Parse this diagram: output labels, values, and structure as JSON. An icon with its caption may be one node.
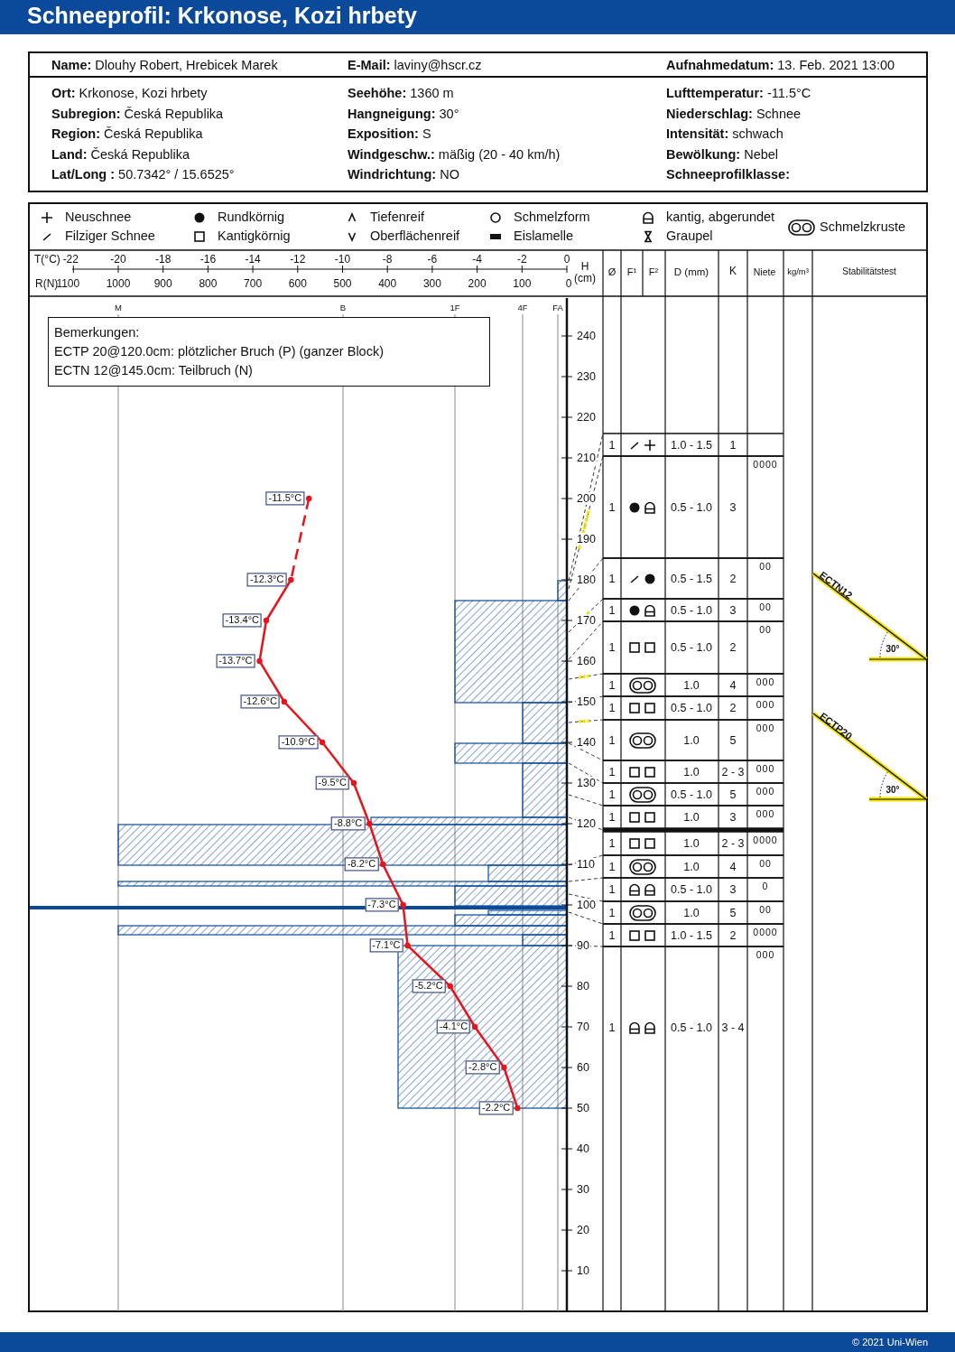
{
  "diagram": {
    "title": "Schneeprofil: Krkonose, Kozi hrbety",
    "nodes": [
      {
        "text": [
          "Bemerkungen:",
          "ECTP 20@120.0cm: plötzlicher Bruch (P) (ganzer Block)",
          "ECTN 12@145.0cm: Teilbruch (N)"
        ]
      }
    ],
    "labels": [
      "**Name:** Dlouhy Robert, Hrebicek Marek",
      "**E-Mail:** laviny@hscr.cz",
      "**Aufnahmedatum:** 13. Feb. 2021 13:00",
      "**Ort:** Krkonose, Kozi hrbety",
      "**Seehöhe:** 1360 m",
      "**Lufttemperatur:** -11.5°C",
      "**Subregion:** Česká Republika",
      "**Hangneigung:** 30°",
      "**Niederschlag:** Schnee",
      "**Region:** Česká Republika",
      "**Exposition:** S",
      "**Intensität:** schwach",
      "**Land:** Česká Republika",
      "**Windgeschw.:** mäßig (20 - 40 km/h)",
      "**Bewölkung:** Nebel",
      "**Lat/Long :** 50.7342° / 15.6525°",
      "**Windrichtung:** NO",
      "Schneeprofilklasse:",
      "T(°C)",
      "-22",
      "-20",
      "-18",
      "-16",
      "-14",
      "-12",
      "-10",
      "-8",
      "-6",
      "-4",
      "-2",
      "0",
      "R(N)",
      "1100",
      "1000",
      "900",
      "800",
      "700",
      "600",
      "500",
      "400",
      "300",
      "200",
      "100",
      "0",
      "H (cm)",
      "Ø",
      "F¹",
      "F²",
      "D (mm)",
      "K",
      "Niete",
      "kg/m³",
      "Stabilitätstest",
      "M",
      "B",
      "1F",
      "4F",
      "FA",
      "240",
      "230",
      "220",
      "210",
      "200",
      "190",
      "180",
      "170",
      "160",
      "150",
      "140",
      "130",
      "120",
      "110",
      "100",
      "90",
      "80",
      "70",
      "60",
      "50",
      "40",
      "30",
      "20",
      "10",
      "-11.5°C",
      "-12.3°C",
      "-13.4°C",
      "-13.7°C",
      "-12.6°C",
      "-10.9°C",
      "-9.5°C",
      "-8.8°C",
      "-8.2°C",
      "-7.3°C",
      "-7.1°C",
      "-5.2°C",
      "-4.1°C",
      "-2.8°C",
      "-2.2°C",
      "1",
      "1.0 - 1.5",
      "1",
      "1",
      "0.5 - 1.0",
      "3",
      "0000",
      "1",
      "0.5 - 1.5",
      "2",
      "00",
      "1",
      "0.5 - 1.0",
      "3",
      "00",
      "1",
      "0.5 - 1.0",
      "2",
      "00",
      "1",
      "1.0",
      "4",
      "000",
      "1",
      "0.5 - 1.0",
      "2",
      "000",
      "1",
      "1.0",
      "5",
      "000",
      "1",
      "1.0",
      "2 - 3",
      "000",
      "1",
      "0.5 - 1.0",
      "5",
      "000",
      "1",
      "1.0",
      "3",
      "000",
      "1",
      "1.0",
      "2 - 3",
      "0000",
      "1",
      "1.0",
      "4",
      "00",
      "1",
      "0.5 - 1.0",
      "3",
      "0",
      "1",
      "1.0",
      "5",
      "00",
      "1",
      "1.0 - 1.5",
      "2",
      "0000",
      "1",
      "0.5 - 1.0",
      "3 - 4",
      "000",
      "ECTN12",
      "30°",
      "ECTP20",
      "30°",
      "© 2021 Uni-Wien"
    ],
    "legend": [
      {
        "text": "Neuschnee"
      },
      {
        "text": "Rundkörnig"
      },
      {
        "text": "Tiefenreif"
      },
      {
        "text": "Schmelzform"
      },
      {
        "text": "kantig, abgerundet"
      },
      {
        "text": "Schmelzkruste"
      },
      {
        "text": "Filziger Schnee"
      },
      {
        "text": "Kantigkörnig"
      },
      {
        "text": "Oberflächenreif"
      },
      {
        "text": "Eislamelle"
      },
      {
        "text": "Graupel"
      }
    ]
  }
}
